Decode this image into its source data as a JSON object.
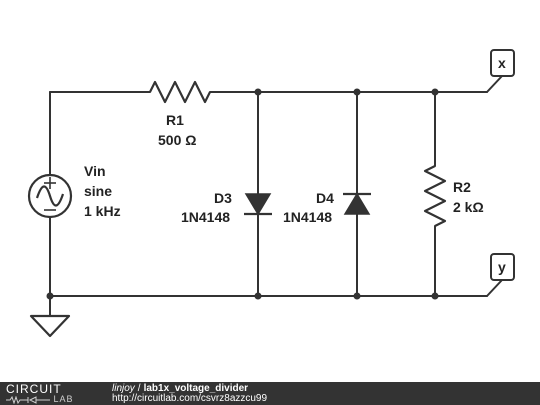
{
  "components": {
    "source": {
      "name": "Vin",
      "wave": "sine",
      "freq": "1 kHz"
    },
    "r1": {
      "name": "R1",
      "value": "500 Ω"
    },
    "d3": {
      "name": "D3",
      "part": "1N4148"
    },
    "d4": {
      "name": "D4",
      "part": "1N4148"
    },
    "r2": {
      "name": "R2",
      "value": "2 kΩ"
    }
  },
  "ports": {
    "x": "x",
    "y": "y"
  },
  "footer": {
    "brand_top": "CIRCUIT",
    "brand_bottom": "LAB",
    "author": "linjoy",
    "separator": "/",
    "title": "lab1x_voltage_divider",
    "url": "http://circuitlab.com/csvrz8azzcu99"
  },
  "colors": {
    "line": "#333333",
    "footer_bg": "#333333",
    "footer_text": "#ffffff"
  }
}
